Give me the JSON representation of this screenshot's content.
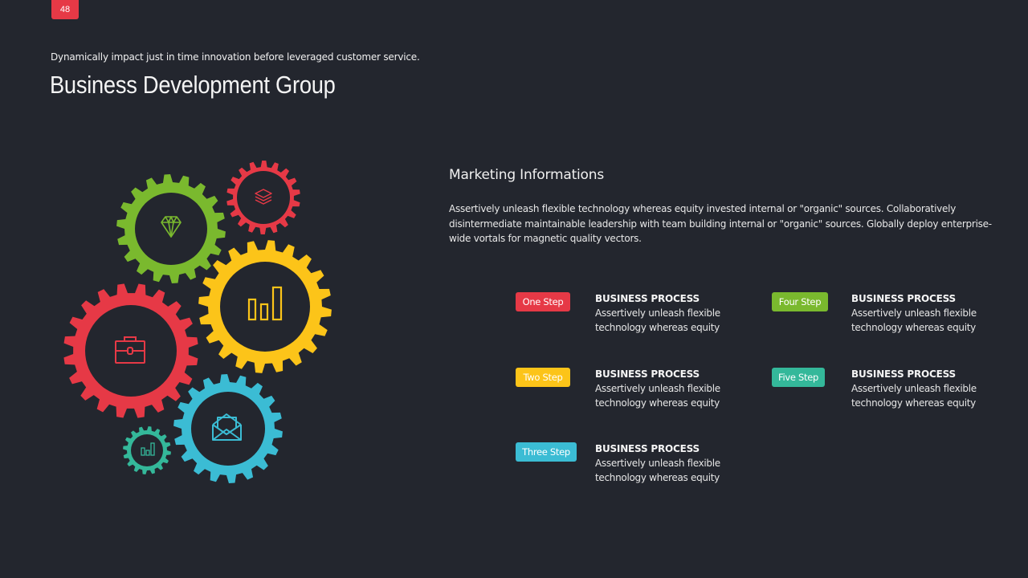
{
  "slide": {
    "page_number": "48",
    "subtitle": "Dynamically impact just in time innovation before leveraged customer service.",
    "title": "Business Development Group"
  },
  "colors": {
    "background": "#23262e",
    "red": "#e63946",
    "green": "#7ab92e",
    "yellow": "#fcc419",
    "blue": "#3bbcd4",
    "teal": "#34b89a"
  },
  "gears": [
    {
      "name": "gear-green",
      "color": "#7ab92e",
      "icon": "diamond-icon"
    },
    {
      "name": "gear-red-small",
      "color": "#e63946",
      "icon": "layers-icon"
    },
    {
      "name": "gear-yellow",
      "color": "#fcc419",
      "icon": "bar-chart-icon"
    },
    {
      "name": "gear-red-large",
      "color": "#e63946",
      "icon": "briefcase-icon"
    },
    {
      "name": "gear-blue",
      "color": "#3bbcd4",
      "icon": "open-envelope-icon"
    },
    {
      "name": "gear-teal-small",
      "color": "#34b89a",
      "icon": "bar-chart-icon"
    }
  ],
  "marketing": {
    "title": "Marketing Informations",
    "body": "Assertively unleash flexible technology whereas equity invested internal or \"organic\" sources. Collaboratively disintermediate maintainable leadership with team building internal or \"organic\" sources. Globally deploy enterprise-wide vortals for magnetic quality vectors."
  },
  "steps": [
    {
      "label": "One Step",
      "color": "#e63946",
      "heading": "BUSINESS PROCESS",
      "line1": "Assertively unleash flexible",
      "line2": "technology whereas equity"
    },
    {
      "label": "Two Step",
      "color": "#fcc419",
      "heading": "BUSINESS PROCESS",
      "line1": "Assertively unleash flexible",
      "line2": "technology whereas equity"
    },
    {
      "label": "Three Step",
      "color": "#3bbcd4",
      "heading": "BUSINESS PROCESS",
      "line1": "Assertively unleash flexible",
      "line2": "technology whereas equity"
    },
    {
      "label": "Four Step",
      "color": "#7ab92e",
      "heading": "BUSINESS PROCESS",
      "line1": "Assertively unleash flexible",
      "line2": "technology whereas equity"
    },
    {
      "label": "Five Step",
      "color": "#34b89a",
      "heading": "BUSINESS PROCESS",
      "line1": "Assertively unleash flexible",
      "line2": "technology whereas equity"
    }
  ]
}
